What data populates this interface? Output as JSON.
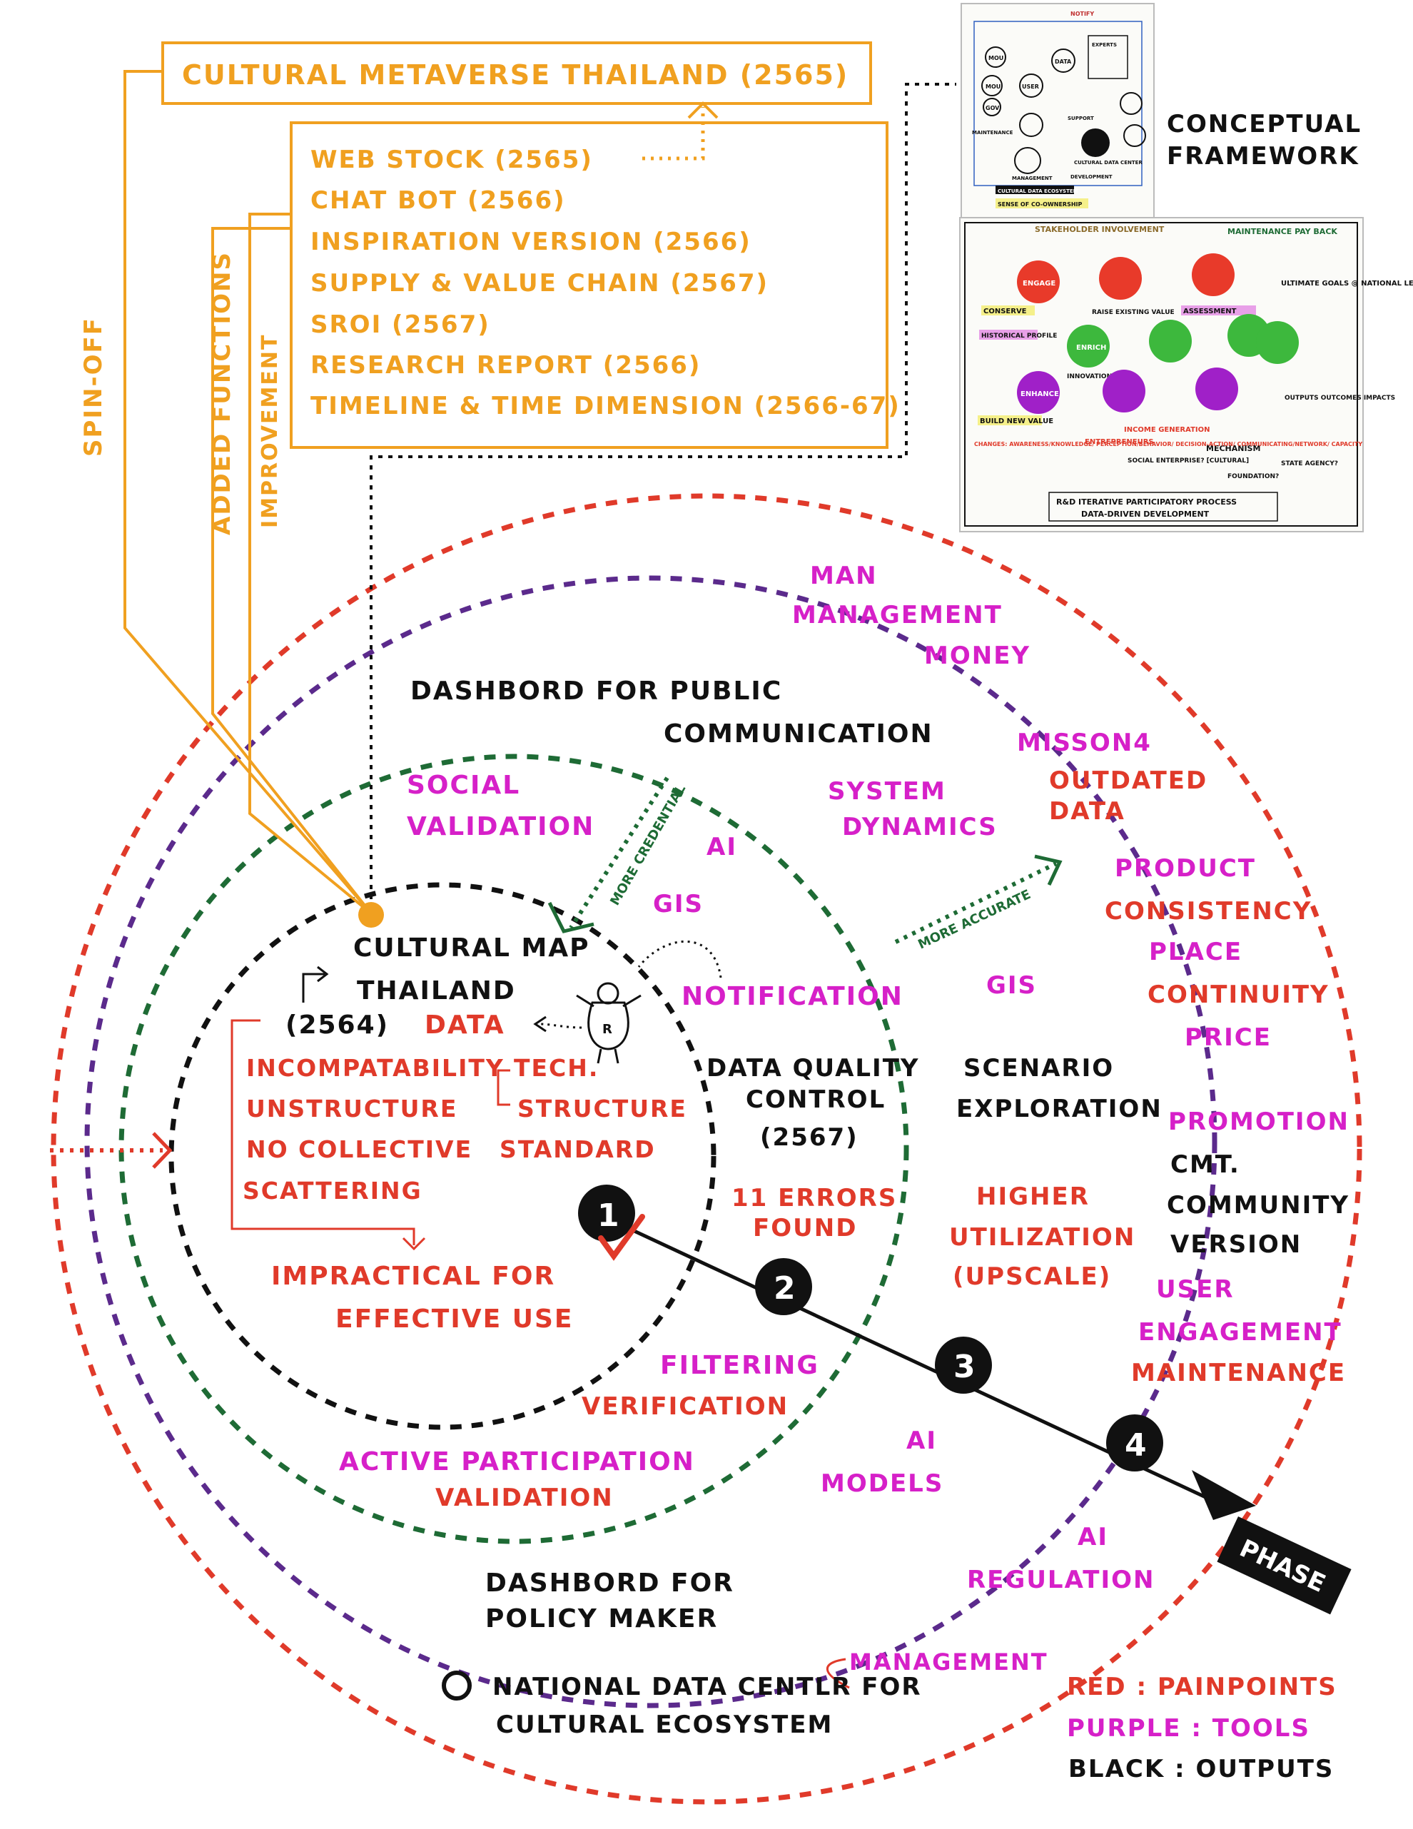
{
  "header": {
    "metaverse": "CULTURAL METAVERSE THAILAND (2565)",
    "features": [
      "WEB STOCK (2565)",
      "CHAT BOT (2566)",
      "INSPIRATION VERSION (2566)",
      "SUPPLY & VALUE CHAIN (2567)",
      "SROI (2567)",
      "RESEARCH REPORT (2566)",
      "TIMELINE & TIME DIMENSION (2566-67)"
    ],
    "side_labels": {
      "spin_off": "SPIN-OFF",
      "added_functions": "ADDED FUNCTIONS",
      "improvement": "IMPROVEMENT"
    }
  },
  "conceptual": {
    "title_line1": "CONCEPTUAL",
    "title_line2": "FRAMEWORK",
    "top_labels": {
      "notify": "NOTIFY",
      "data": "DATA",
      "user": "USER",
      "moe": "MOU",
      "gov": "GOV",
      "experts": "EXPERTS",
      "maintenance": "MAINTENANCE",
      "management": "MANAGEMENT",
      "support": "SUPPORT",
      "center": "CULTURAL DATA CENTER",
      "development": "DEVELOPMENT",
      "ecosystem": "CULTURAL DATA ECOSYSTEM",
      "ownership": "SENSE OF CO-OWNERSHIP"
    },
    "bottom_labels": {
      "stakeholder": "STAKEHOLDER INVOLVEMENT",
      "maintenance_payback": "MAINTENANCE PAY BACK",
      "engage": "ENGAGE",
      "conserve": "CONSERVE",
      "raise": "RAISE EXISTING VALUE",
      "assessment": "ASSESSMENT",
      "ultimate": "ULTIMATE GOALS @ NATIONAL LEVEL",
      "historical": "HISTORICAL PROFILE",
      "enrich": "ENRICH",
      "innovation": "INNOVATION SPACE",
      "enhance": "ENHANCE",
      "outputs": "OUTPUTS OUTCOMES IMPACTS",
      "build": "BUILD NEW VALUE",
      "income": "INCOME GENERATION",
      "entrepreneurs": "ENTREPRENEURS",
      "mechanism": "MECHANISM",
      "changes": "CHANGES: AWARENESS/KNOWLEDGE/ PERCEPTION/BEHAVIOR/ DECISION-ACTION/ COMMUNICATING/NETWORK/ CAPACITY",
      "social": "SOCIAL ENTERPRISE? [CULTURAL]",
      "foundation": "FOUNDATION?",
      "state": "STATE AGENCY?",
      "process": "R&D ITERATIVE PARTICIPATORY PROCESS",
      "driven": "DATA-DRIVEN DEVELOPMENT"
    }
  },
  "outer_ring": {
    "mmm": [
      "MAN",
      "MANAGEMENT",
      "MONEY"
    ],
    "mission": "MISSON4",
    "outdated": [
      "OUTDATED",
      "DATA"
    ],
    "product": [
      "PRODUCT",
      "CONSISTENCY",
      "PLACE",
      "CONTINUITY",
      "PRICE"
    ],
    "promotion": "PROMOTION",
    "cmt": [
      "CMT.",
      "COMMUNITY",
      "VERSION"
    ],
    "engagement": [
      "USER",
      "ENGAGEMENT",
      "MAINTENANCE"
    ],
    "ai_regulation": [
      "AI",
      "REGULATION"
    ],
    "management_arrow": "MANAGEMENT"
  },
  "purple_ring": {
    "dashboard_public": [
      "DASHBORD FOR PUBLIC",
      "COMMUNICATION"
    ],
    "system_dynamics": [
      "SYSTEM",
      "DYNAMICS"
    ],
    "gis": "GIS",
    "scenario": [
      "SCENARIO",
      "EXPLORATION"
    ],
    "higher": [
      "HIGHER",
      "UTILIZATION",
      "(UPSCALE)"
    ],
    "ai_models": [
      "AI",
      "MODELS"
    ],
    "dashboard_policy": [
      "DASHBORD FOR",
      "POLICY MAKER"
    ],
    "more_accurate": "MORE ACCURATE"
  },
  "green_ring": {
    "social_validation": [
      "SOCIAL",
      "VALIDATION"
    ],
    "ai": "AI",
    "gis": "GIS",
    "notification": "NOTIFICATION",
    "dqc": [
      "DATA QUALITY",
      "CONTROL",
      "(2567)"
    ],
    "errors": [
      "11 ERRORS",
      "FOUND"
    ],
    "filtering": "FILTERING",
    "verification": "VERIFICATION",
    "active": [
      "ACTIVE PARTICIPATION",
      "VALIDATION"
    ],
    "more_credential": "MORE CREDENTIAL"
  },
  "core": {
    "title": [
      "CULTURAL MAP",
      "THAILAND"
    ],
    "year": "(2564)",
    "data": "DATA",
    "issues": [
      "INCOMPATABILITY",
      "UNSTRUCTURE",
      "NO COLLECTIVE",
      "SCATTERING"
    ],
    "tech": "TECH.",
    "structure": "STRUCTURE",
    "standard": "STANDARD",
    "impractical": [
      "IMPRACTICAL FOR",
      "EFFECTIVE USE"
    ],
    "user_badge": "R"
  },
  "phases": {
    "steps": [
      "1",
      "2",
      "3",
      "4"
    ],
    "label": "PHASE"
  },
  "legend": {
    "center": [
      "NATIONAL DATA CENTLR FOR",
      "CULTURAL ECOSYSTEM"
    ],
    "red": "RED : PAINPOINTS",
    "purple": "PURPLE : TOOLS",
    "black": "BLACK : OUTPUTS"
  },
  "colors": {
    "orange": "#f0a020",
    "red": "#e03a2a",
    "purple": "#5b2a8c",
    "green": "#1e6b35",
    "magenta": "#d620c8",
    "black": "#111111"
  }
}
